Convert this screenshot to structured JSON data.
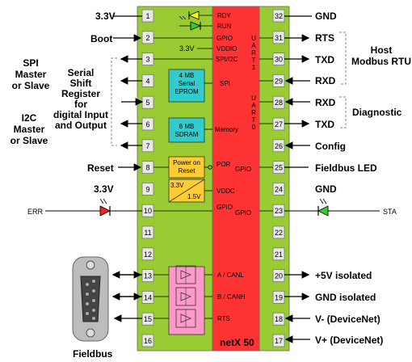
{
  "left_pins": [
    {
      "num": "1",
      "label": "3.3V"
    },
    {
      "num": "2",
      "label": "Boot"
    },
    {
      "num": "3",
      "label": ""
    },
    {
      "num": "4",
      "label": ""
    },
    {
      "num": "5",
      "label": ""
    },
    {
      "num": "6",
      "label": ""
    },
    {
      "num": "7",
      "label": ""
    },
    {
      "num": "8",
      "label": "Reset"
    },
    {
      "num": "9",
      "label": ""
    },
    {
      "num": "10",
      "label": "ERR"
    },
    {
      "num": "11",
      "label": ""
    },
    {
      "num": "12",
      "label": ""
    },
    {
      "num": "13",
      "label": ""
    },
    {
      "num": "14",
      "label": ""
    },
    {
      "num": "15",
      "label": ""
    },
    {
      "num": "16",
      "label": ""
    }
  ],
  "right_pins": [
    {
      "num": "32",
      "label": "GND"
    },
    {
      "num": "31",
      "label": "RTS"
    },
    {
      "num": "30",
      "label": "TXD"
    },
    {
      "num": "29",
      "label": "RXD"
    },
    {
      "num": "28",
      "label": "RXD"
    },
    {
      "num": "27",
      "label": "TXD"
    },
    {
      "num": "26",
      "label": "Config"
    },
    {
      "num": "25",
      "label": "Fieldbus LED"
    },
    {
      "num": "24",
      "label": ""
    },
    {
      "num": "23",
      "label": "STA"
    },
    {
      "num": "22",
      "label": ""
    },
    {
      "num": "21",
      "label": ""
    },
    {
      "num": "20",
      "label": "+5V isolated"
    },
    {
      "num": "19",
      "label": "GND isolated"
    },
    {
      "num": "18",
      "label": "V- (DeviceNet)"
    },
    {
      "num": "17",
      "label": "V+ (DeviceNet)"
    }
  ],
  "groups": {
    "spi": "SPI\nMaster\nor Slave",
    "i2c": "I2C\nMaster\nor Slave",
    "shift": "Serial\nShift\nRegister\nfor\ndigital Input\nand Output",
    "host": "Host\nModbus RTU",
    "diag": "Diagnostic",
    "fieldbus": "Fieldbus",
    "err_v": "3.3V",
    "sta_gnd": "GND"
  },
  "chip": {
    "name": "netX 50",
    "rdy": "RDY",
    "run": "RUN",
    "gpio_boot": "GPIO",
    "vddio": "VDDIO",
    "spi_i2c": "SPI/I2C",
    "spi": "SPI",
    "memory": "Memory",
    "uart1": "UART1",
    "uart0": "UART0",
    "por": "POR",
    "gpio_led": "GPIO",
    "vddc": "VDDC",
    "gpio_err": "GPIO",
    "gpio_sta": "GPIO",
    "canl": "A / CANL",
    "canh": "B / CANH",
    "rts": "RTS"
  },
  "board": {
    "vddio_v": "3.3V",
    "eprom": "4 MB\nSerial\nEPROM",
    "sdram": "8 MB\nSDRAM",
    "power_on_reset": "Power on\nReset",
    "reg_in": "3.3V",
    "reg_out": "1.5V"
  },
  "colors": {
    "board": "#99cc33",
    "chip": "#ff3333",
    "memory": "#33cccc",
    "reset": "#ffcc33",
    "isolator": "#ff99cc",
    "led_yellow": "#ffff00",
    "led_green": "#33cc33",
    "led_red": "#ee2222"
  }
}
